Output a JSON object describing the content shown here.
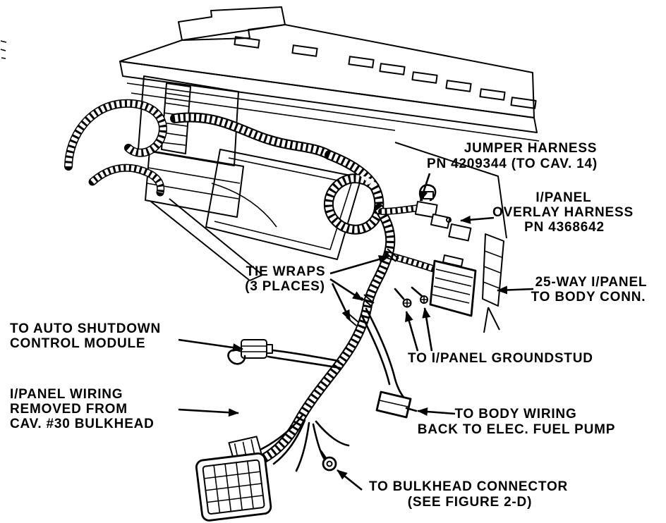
{
  "palette": {
    "ink": "#000000",
    "paper": "#ffffff"
  },
  "labels": {
    "jumper_harness": {
      "lines": [
        "JUMPER HARNESS",
        "PN 4209344 (TO CAV. 14)"
      ]
    },
    "overlay_harness": {
      "lines": [
        "I/PANEL",
        "OVERLAY HARNESS",
        "PN 4368642"
      ]
    },
    "tie_wraps": {
      "lines": [
        "TIE WRAPS",
        "(3 PLACES)"
      ]
    },
    "body_conn_25way": {
      "lines": [
        "25-WAY I/PANEL",
        "TO BODY CONN."
      ]
    },
    "auto_shutdown": {
      "lines": [
        "TO AUTO SHUTDOWN",
        "CONTROL MODULE"
      ]
    },
    "groundstud": {
      "lines": [
        "TO I/PANEL GROUNDSTUD"
      ]
    },
    "ipanel_wiring": {
      "lines": [
        "I/PANEL WIRING",
        "REMOVED FROM",
        "CAV. #30 BULKHEAD"
      ]
    },
    "body_wiring": {
      "lines": [
        "TO BODY WIRING",
        "BACK TO ELEC. FUEL PUMP"
      ]
    },
    "bulkhead_connector": {
      "lines": [
        "TO BULKHEAD CONNECTOR",
        "(SEE FIGURE 2-D)"
      ]
    }
  }
}
